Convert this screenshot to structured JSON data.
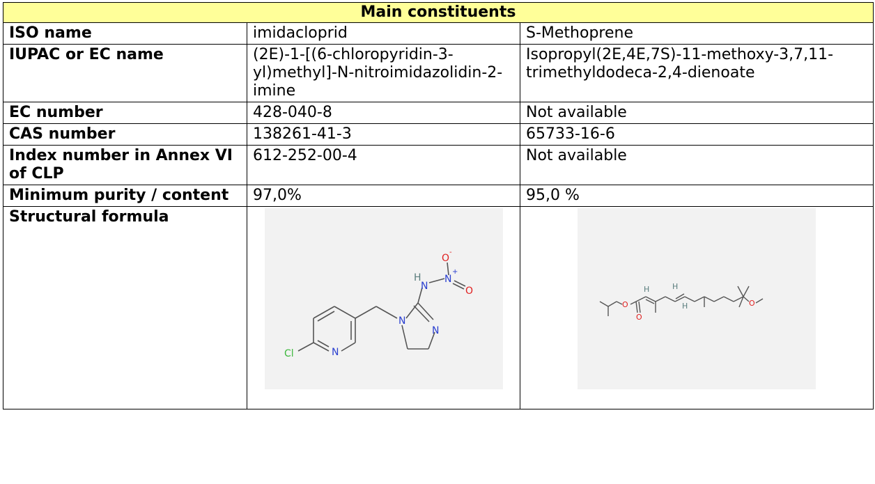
{
  "table": {
    "header": "Main constituents",
    "rows": [
      {
        "label": "ISO name",
        "a": "imidacloprid",
        "b": "S-Methoprene"
      },
      {
        "label": "IUPAC or EC name",
        "a": "(2E)-1-[(6-chloropyridin-3-yl)methyl]-N-nitroimidazolidin-2-imine",
        "b": "Isopropyl(2E,4E,7S)-11-methoxy-3,7,11-trimethyldodeca-2,4-dienoate"
      },
      {
        "label": "EC number",
        "a": "428-040-8",
        "b": "Not available"
      },
      {
        "label": "CAS number",
        "a": "138261-41-3",
        "b": "65733-16-6"
      },
      {
        "label": "Index number in Annex VI of CLP",
        "a": "612-252-00-4",
        "b": "Not available"
      },
      {
        "label": "Minimum purity / content",
        "a": "97,0%",
        "b": "95,0 %"
      }
    ],
    "formula_label": "Structural formula",
    "imidacloprid_atoms": {
      "o_minus": "O",
      "minus": "-",
      "h": "H",
      "n_amine": "N",
      "n_plus": "N",
      "plus": "+",
      "o": "O",
      "n_ring": "N",
      "n_imine": "N",
      "cl": "Cl",
      "n_pyr": "N"
    },
    "methoprene_atoms": {
      "o1": "O",
      "o2": "O",
      "h1": "H",
      "h2": "H",
      "h3": "H",
      "o3": "O"
    }
  }
}
